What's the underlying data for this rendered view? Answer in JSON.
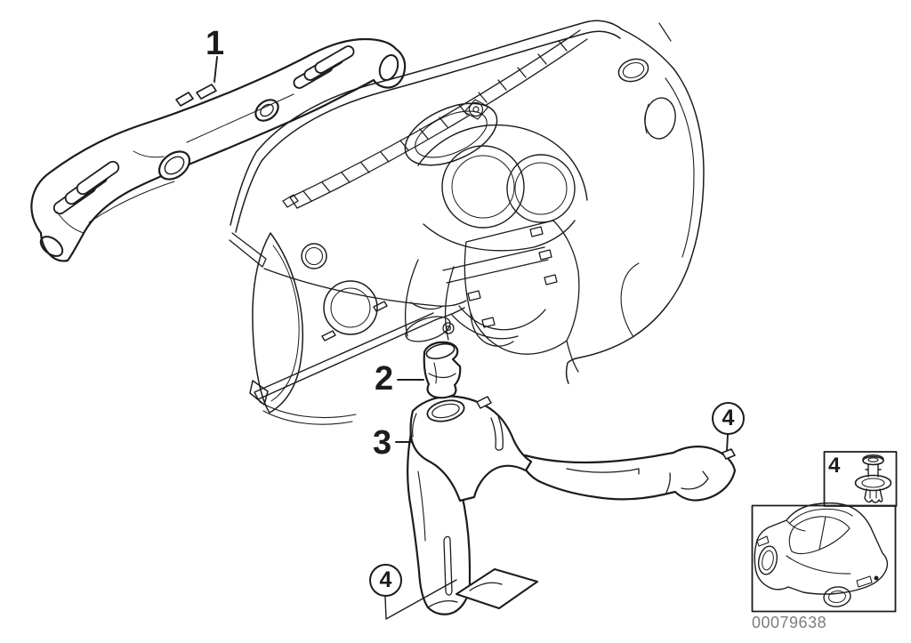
{
  "callouts": {
    "part1": "1",
    "part2": "2",
    "part3": "3",
    "part4_right": "4",
    "part4_bottom": "4",
    "part4_inset": "4"
  },
  "part_number": "00079638",
  "colors": {
    "line": "#1c1c1c",
    "part_number_text": "#7d7d7d",
    "background": "#ffffff"
  },
  "icons": {
    "inset_clip": "expansion-rivet-icon",
    "inset_car": "car-locator-icon"
  }
}
